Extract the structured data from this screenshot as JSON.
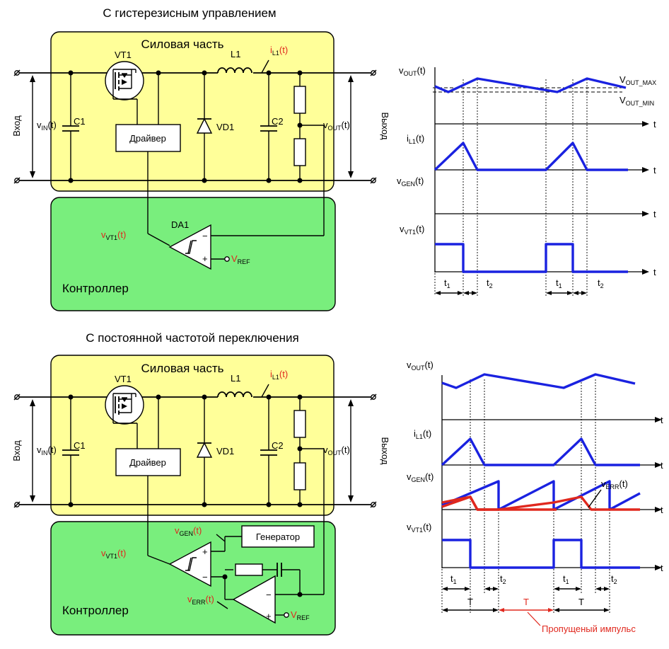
{
  "top": {
    "title": "С гистерезисным управлением",
    "power_label": "Силовая часть",
    "controller_label": "Контроллер",
    "driver_label": "Драйвер",
    "vt1": "VT1",
    "l1": "L1",
    "c1": "C1",
    "c2": "C2",
    "vd1": "VD1",
    "da1": "DA1",
    "input_label": "Вход",
    "output_label": "Выход",
    "vin": "v",
    "vin_sub": "IN",
    "vin_t": "(t)",
    "vout": "v",
    "vout_sub": "OUT",
    "vout_t": "(t)",
    "il1": "i",
    "il1_sub": "L1",
    "il1_t": "(t)",
    "vvt1": "v",
    "vvt1_sub": "VT1",
    "vvt1_t": "(t)",
    "vref": "V",
    "vref_sub": "REF",
    "plus": "+",
    "minus": "−"
  },
  "bottom": {
    "title": "С постоянной частотой переключения",
    "power_label": "Силовая часть",
    "controller_label": "Контроллер",
    "driver_label": "Драйвер",
    "generator_label": "Генератор",
    "vt1": "VT1",
    "l1": "L1",
    "c1": "C1",
    "c2": "C2",
    "vd1": "VD1",
    "input_label": "Вход",
    "output_label": "Выход",
    "vin": "v",
    "vin_sub": "IN",
    "vin_t": "(t)",
    "vout": "v",
    "vout_sub": "OUT",
    "vout_t": "(t)",
    "il1": "i",
    "il1_sub": "L1",
    "il1_t": "(t)",
    "vvt1": "v",
    "vvt1_sub": "VT1",
    "vvt1_t": "(t)",
    "vgen": "v",
    "vgen_sub": "GEN",
    "vgen_t": "(t)",
    "verr": "v",
    "verr_sub": "ERR",
    "verr_t": "(t)",
    "vref": "V",
    "vref_sub": "REF",
    "plus": "+",
    "minus": "−"
  },
  "graph_top": {
    "vout": "v",
    "vout_sub": "OUT",
    "vout_t": "(t)",
    "vout_max": "V",
    "vout_max_sub": "OUT_MAX",
    "vout_min": "V",
    "vout_min_sub": "OUT_MIN",
    "il1": "i",
    "il1_sub": "L1",
    "il1_t": "(t)",
    "vgen": "v",
    "vgen_sub": "GEN",
    "vgen_t": "(t)",
    "vvt1": "v",
    "vvt1_sub": "VT1",
    "vvt1_t": "(t)",
    "t": "t",
    "t1": "t",
    "t1_sub": "1",
    "t2": "t",
    "t2_sub": "2"
  },
  "graph_bottom": {
    "vout": "v",
    "vout_sub": "OUT",
    "vout_t": "(t)",
    "il1": "i",
    "il1_sub": "L1",
    "il1_t": "(t)",
    "vgen": "v",
    "vgen_sub": "GEN",
    "vgen_t": "(t)",
    "verr": "v",
    "verr_sub": "ERR",
    "verr_t": "(t)",
    "vvt1": "v",
    "vvt1_sub": "VT1",
    "vvt1_t": "(t)",
    "t": "t",
    "t1": "t",
    "t1_sub": "1",
    "t2": "t",
    "t2_sub": "2",
    "period": "T",
    "missed_pulse": "Пропущеный импульс"
  },
  "colors": {
    "power_fill": "#ffff99",
    "controller_fill": "#79ee7d",
    "waveform_blue": "#1a22e0",
    "waveform_red": "#e0281e",
    "label_red": "#e0281e"
  }
}
